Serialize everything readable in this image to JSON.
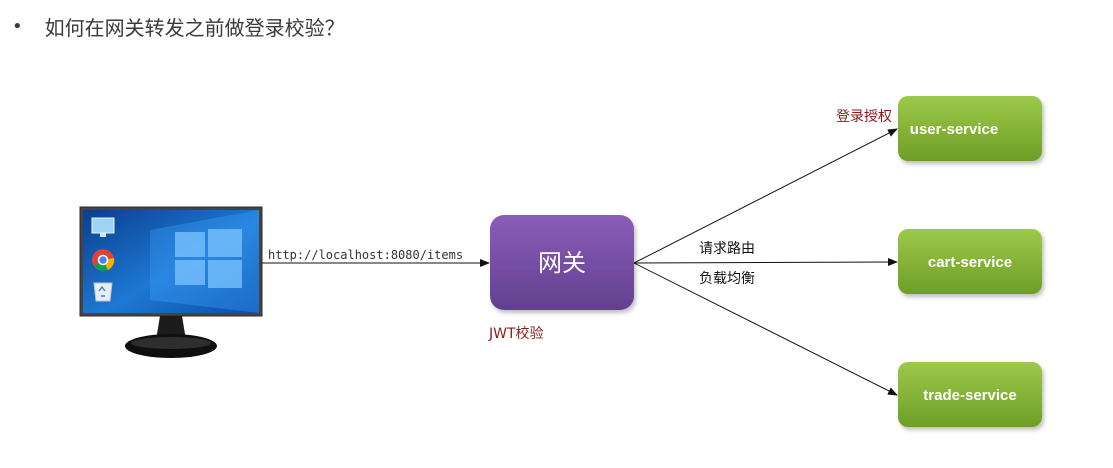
{
  "heading": {
    "bullet": "•",
    "text": "如何在网关转发之前做登录校验？"
  },
  "client": {
    "url": "http://localhost:8080/items"
  },
  "gateway": {
    "label": "网关",
    "note": "JWT校验",
    "color": "#7b50a8"
  },
  "edges": {
    "routing": "请求路由",
    "load_balancing": "负载均衡",
    "auth": "登录授权"
  },
  "services": [
    {
      "name": "user-service"
    },
    {
      "name": "cart-service"
    },
    {
      "name": "trade-service"
    }
  ],
  "colors": {
    "service_green": "#8ab43a",
    "note_red": "#8b1a1a"
  }
}
